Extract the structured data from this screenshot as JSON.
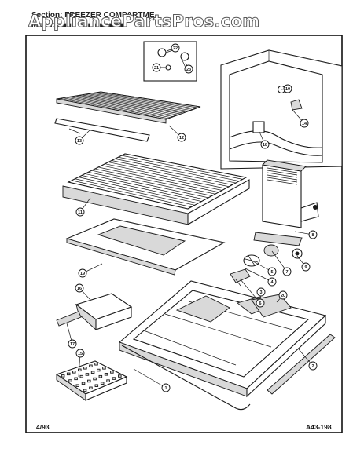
{
  "header": {
    "line1": "Section: FREEZER COMPARTME",
    "line2": "Mo■■: ■■■■ ■■■ ■■■■■■"
  },
  "watermark": "AppliancePartsPros.com",
  "footer": {
    "date": "4/93",
    "code": "A43-198"
  },
  "callouts": [
    "1",
    "2",
    "3",
    "4",
    "5",
    "6",
    "7",
    "8",
    "9",
    "10",
    "11",
    "12",
    "13",
    "14",
    "15",
    "16",
    "17",
    "18",
    "19",
    "20",
    "21",
    "22",
    "23"
  ]
}
